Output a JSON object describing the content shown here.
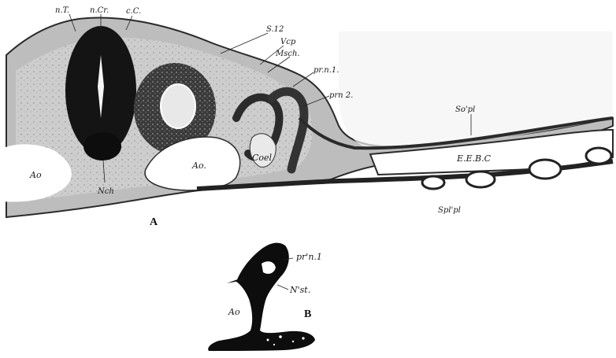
{
  "panel_a": {
    "panel_label": "A",
    "labels": {
      "nT": "n.T.",
      "nCr": "n.Cr.",
      "cC": "c.C.",
      "s12": "S.12",
      "vcp": "Vcp",
      "msch": "Msch.",
      "prn1": "pr.n.1.",
      "prn2": "prn 2.",
      "sopl": "So'pl",
      "ao_left": "Ao",
      "ao_mid": "Ao.",
      "coel": "Coel",
      "eebc": "E.E.B.C",
      "nch": "Nch",
      "splpl": "Spl'pl"
    }
  },
  "panel_b": {
    "panel_label": "B",
    "labels": {
      "prn1": "pr'n.1",
      "nst": "N'st.",
      "ao": "Ao"
    }
  }
}
